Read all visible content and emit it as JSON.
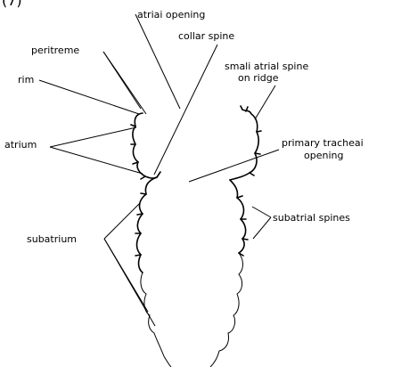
{
  "figure": {
    "panel_label": "(7)",
    "labels": {
      "atrial_opening": "atriai opening",
      "collar_spine": "collar spine",
      "peritreme": "peritreme",
      "rim": "rim",
      "small_atrial_spine": "smali atrial spine",
      "on_ridge": "on ridge",
      "atrium": "atrium",
      "primary_tracheal_opening": "primary tracheai",
      "opening": "opening",
      "subatrial_spines": "subatrial spines",
      "subatrium": "subatrium"
    }
  }
}
